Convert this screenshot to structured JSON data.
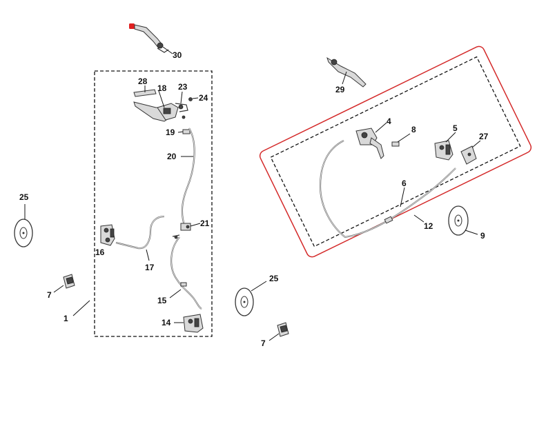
{
  "diagram": {
    "callouts": [
      {
        "id": "c30",
        "text": "30"
      },
      {
        "id": "c28",
        "text": "28"
      },
      {
        "id": "c18",
        "text": "18"
      },
      {
        "id": "c23",
        "text": "23"
      },
      {
        "id": "c24",
        "text": "24"
      },
      {
        "id": "c19",
        "text": "19"
      },
      {
        "id": "c20",
        "text": "20"
      },
      {
        "id": "c21",
        "text": "21"
      },
      {
        "id": "c16",
        "text": "16"
      },
      {
        "id": "c17",
        "text": "17"
      },
      {
        "id": "c15",
        "text": "15"
      },
      {
        "id": "c14",
        "text": "14"
      },
      {
        "id": "c1",
        "text": "1"
      },
      {
        "id": "c25a",
        "text": "25"
      },
      {
        "id": "c7a",
        "text": "7"
      },
      {
        "id": "c25b",
        "text": "25"
      },
      {
        "id": "c7b",
        "text": "7"
      },
      {
        "id": "c29",
        "text": "29"
      },
      {
        "id": "c4",
        "text": "4"
      },
      {
        "id": "c8",
        "text": "8"
      },
      {
        "id": "c5",
        "text": "5"
      },
      {
        "id": "c27",
        "text": "27"
      },
      {
        "id": "c6",
        "text": "6"
      },
      {
        "id": "c12",
        "text": "12"
      },
      {
        "id": "c9",
        "text": "9"
      }
    ],
    "highlight_color": "#d42a2a",
    "line_color": "#111111"
  }
}
